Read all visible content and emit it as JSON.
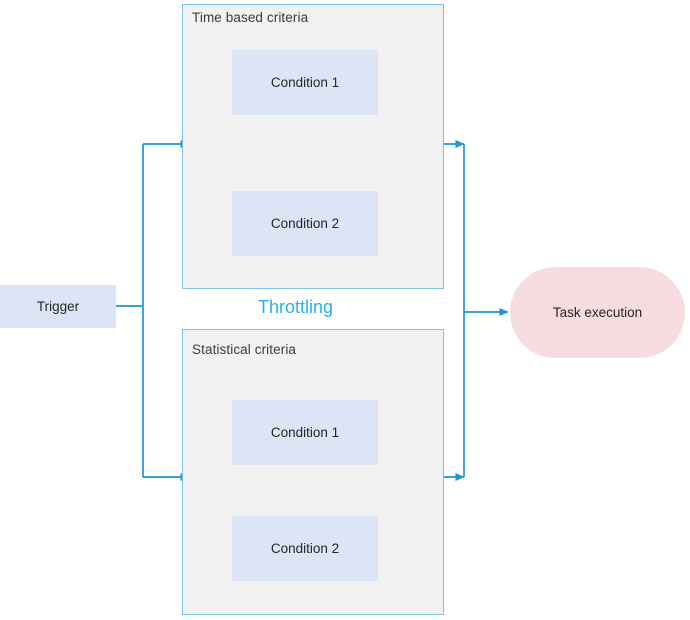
{
  "diagram": {
    "title": "Throttling",
    "accent_line_color": "#1e95d4",
    "group_border_color": "#7fc3ea",
    "group_fill_color": "#f1f1f1",
    "node_fill_color": "#dbe5f5",
    "terminal_fill_color": "#f6dce1",
    "title_color": "#2badf0"
  },
  "trigger": {
    "label": "Trigger"
  },
  "groups": [
    {
      "id": "time-based",
      "title": "Time based criteria",
      "conditions": [
        {
          "label": "Condition 1"
        },
        {
          "label": "Condition 2"
        }
      ]
    },
    {
      "id": "statistical",
      "title": "Statistical criteria",
      "conditions": [
        {
          "label": "Condition 1"
        },
        {
          "label": "Condition 2"
        }
      ]
    }
  ],
  "task": {
    "label": "Task execution"
  }
}
